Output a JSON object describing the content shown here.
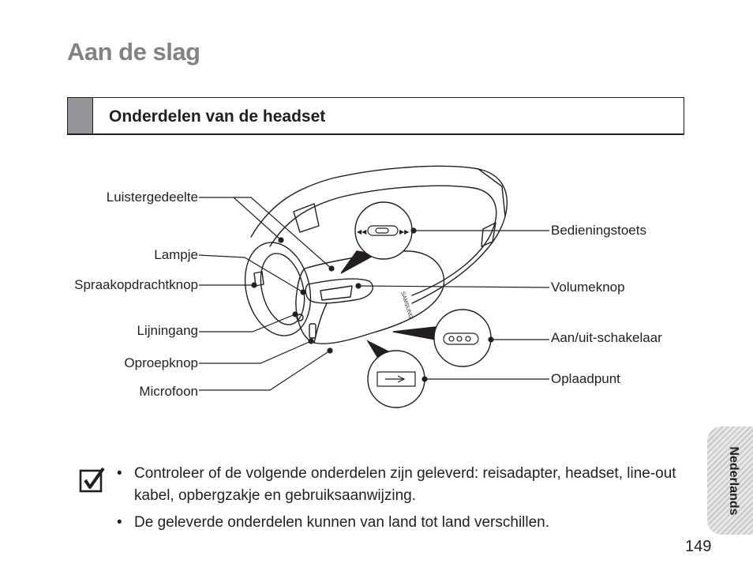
{
  "page": {
    "title": "Aan de slag",
    "section_title": "Onderdelen van de headset",
    "page_number": "149",
    "language_tab": "Nederlands"
  },
  "diagram": {
    "labels_left": [
      "Luistergedeelte",
      "Lampje",
      "Spraakopdrachtknop",
      "Lijningang",
      "Oproepknop",
      "Microfoon"
    ],
    "labels_right": [
      "Bedieningstoets",
      "Volumeknop",
      "Aan/uit-schakelaar",
      "Oplaadpunt"
    ],
    "brand_text": "SAMSUNG"
  },
  "notes": {
    "icon": "checkbox-icon",
    "items": [
      "Controleer of de volgende onderdelen zijn geleverd: reisadapter, headset, line-out kabel, opbergzakje en gebruiksaanwijzing.",
      "De geleverde onderdelen kunnen van land tot land verschillen."
    ],
    "bullet": "•"
  }
}
